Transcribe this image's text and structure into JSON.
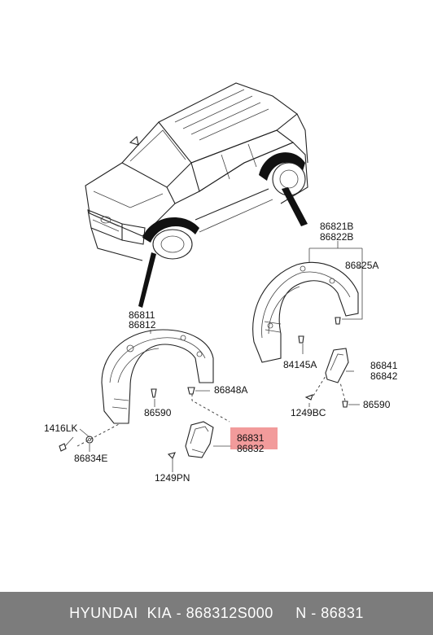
{
  "callouts": {
    "p86821B": "86821B",
    "p86822B": "86822B",
    "p86825A": "86825A",
    "p86811": "86811",
    "p86812": "86812",
    "p84145A": "84145A",
    "p86841": "86841",
    "p86842": "86842",
    "p86848A": "86848A",
    "p86590_left": "86590",
    "p86590_right": "86590",
    "p1249BC": "1249BC",
    "p1416LK": "1416LK",
    "p86834E": "86834E",
    "p86831": "86831",
    "p86832": "86832",
    "p1249PN": "1249PN"
  },
  "highlight_color": "#f08a8a",
  "footer": {
    "brand": "HYUNDAI  KIA",
    "sep1": " - ",
    "part_number": "868312S000",
    "sep2": "     N - ",
    "callout": "86831"
  }
}
